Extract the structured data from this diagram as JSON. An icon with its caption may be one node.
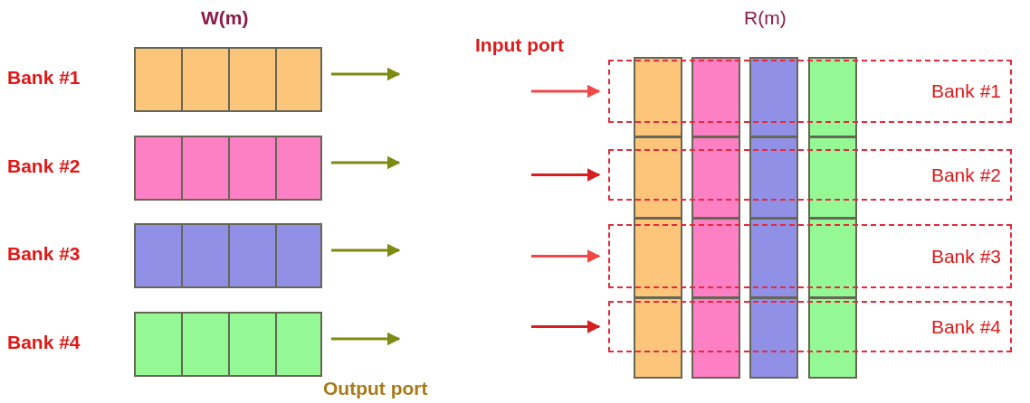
{
  "diagram": {
    "nodes": [
      {
        "text": [
          "Bank #1"
        ]
      },
      {
        "text": [
          "Bank #2"
        ]
      },
      {
        "text": [
          "Bank #3"
        ]
      },
      {
        "text": [
          "Bank #4"
        ]
      },
      {
        "text": [],
        "shape": "bar"
      },
      {
        "text": [],
        "shape": "bar"
      },
      {
        "text": [],
        "shape": "bar"
      },
      {
        "text": [],
        "shape": "bar"
      },
      {
        "text": [
          "Bank #1"
        ]
      },
      {
        "text": [
          "Bank #2"
        ]
      },
      {
        "text": [
          "Bank #3"
        ]
      },
      {
        "text": [
          "Bank #4"
        ]
      }
    ],
    "edges": [
      {
        "from": 0,
        "to": null,
        "arrow": "to"
      },
      {
        "from": 1,
        "to": null,
        "arrow": "to"
      },
      {
        "from": 2,
        "to": null,
        "arrow": "to"
      },
      {
        "from": 3,
        "to": null,
        "arrow": "to"
      },
      {
        "from": null,
        "to": 8,
        "arrow": "to",
        "color": "#f04848"
      },
      {
        "from": null,
        "to": 9,
        "arrow": "to",
        "color": "#d42020"
      },
      {
        "from": null,
        "to": 10,
        "arrow": "to",
        "color": "#f04848"
      },
      {
        "from": null,
        "to": 11,
        "arrow": "to",
        "color": "#d42020"
      }
    ],
    "labels": [
      "W(m)",
      "R(m)",
      "Input port",
      "Output port"
    ]
  }
}
